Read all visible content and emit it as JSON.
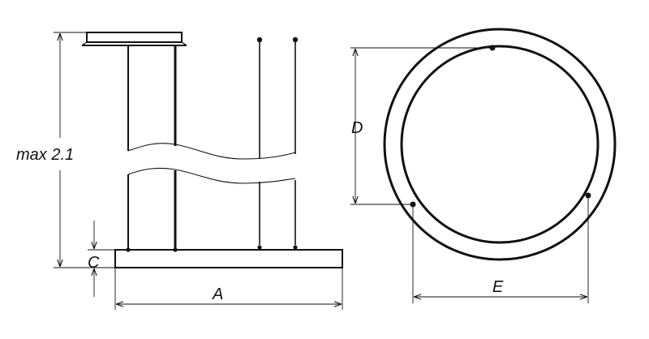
{
  "labels": {
    "height": "max 2.1",
    "width": "A",
    "thickness": "C",
    "inner_diameter": "D",
    "outer_diameter": "E"
  },
  "colors": {
    "line": "#111111",
    "background": "#ffffff"
  }
}
